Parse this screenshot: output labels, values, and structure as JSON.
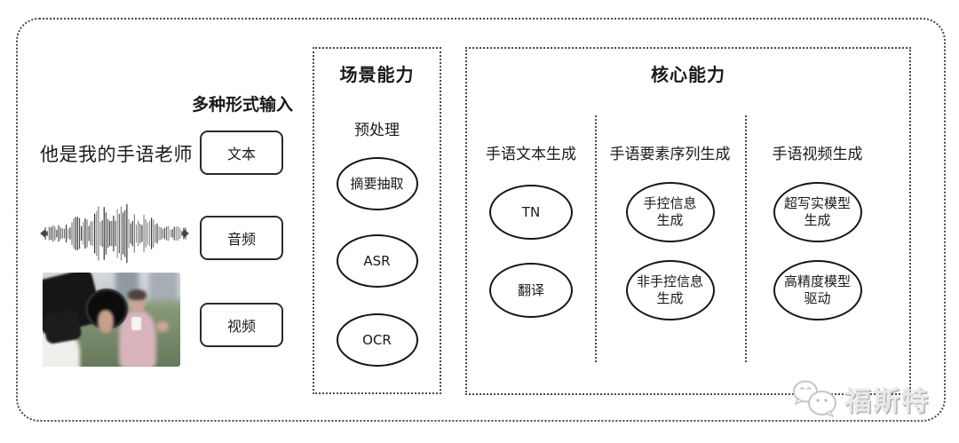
{
  "input_section": {
    "title": "多种形式输入",
    "sample_text": "他是我的手语老师",
    "items": [
      {
        "label": "文本"
      },
      {
        "label": "音频"
      },
      {
        "label": "视频"
      }
    ],
    "media_icons": [
      {
        "icon": "audio-waveform-icon"
      },
      {
        "icon": "reporter-video-thumbnail"
      }
    ]
  },
  "scene_box": {
    "title": "场景能力",
    "subtitle": "预处理",
    "items": [
      {
        "label": "摘要抽取"
      },
      {
        "label": "ASR"
      },
      {
        "label": "OCR"
      }
    ]
  },
  "core_box": {
    "title": "核心能力",
    "columns": [
      {
        "header": "手语文本生成",
        "items": [
          {
            "label": "TN"
          },
          {
            "label": "翻译"
          }
        ]
      },
      {
        "header": "手语要素序列生成",
        "items": [
          {
            "label": "手控信息\n生成"
          },
          {
            "label": "非手控信息\n生成"
          }
        ]
      },
      {
        "header": "手语视频生成",
        "items": [
          {
            "label": "超写实模型\n生成"
          },
          {
            "label": "高精度模型\n驱动"
          }
        ]
      }
    ]
  },
  "watermark": {
    "text": "福斯特",
    "icon": "wechat-chat-bubbles-icon"
  },
  "colors": {
    "border": "#4a4a4a",
    "node_border": "#161616",
    "text": "#1a1a1a",
    "watermark": "#c9c9c7"
  }
}
